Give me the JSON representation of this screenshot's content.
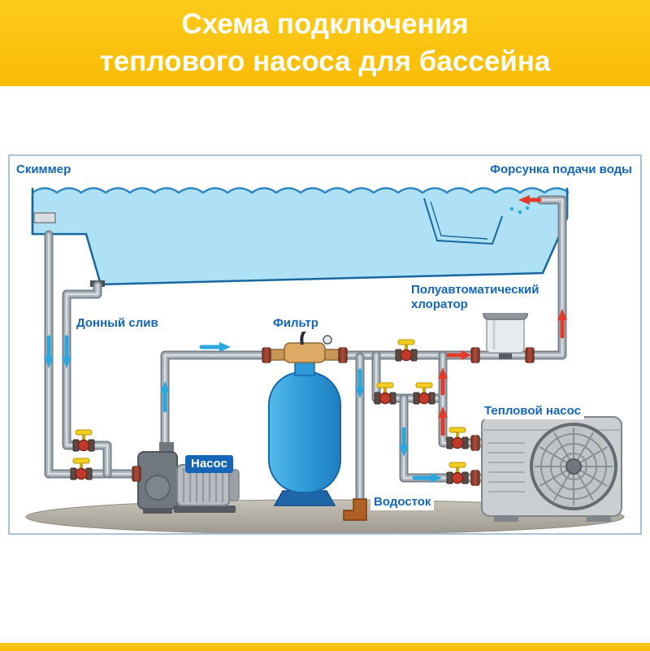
{
  "title": {
    "line1": "Схема подключения",
    "line2": "теплового насоса для бассейна"
  },
  "labels": {
    "skimmer": "Скиммер",
    "nozzle": "Форсунка подачи воды",
    "bottom_drain": "Донный слив",
    "filter": "Фильтр",
    "chlorinator_line1": "Полуавтоматический",
    "chlorinator_line2": "хлоратор",
    "pump": "Насос",
    "drain": "Водосток",
    "heat_pump": "Тепловой насос"
  },
  "colors": {
    "banner_yellow": "#F8BC05",
    "title_text": "#FFFFFF",
    "label_blue": "#1566B8",
    "pool_water": "#AEE1F6",
    "pool_outline": "#18689F",
    "pipe_gray": "#AEB6BD",
    "arrow_cold_blue": "#2BA7E0",
    "arrow_hot_red": "#E23B2C",
    "valve_handle_yellow": "#F4CE1F",
    "valve_body_red": "#C23B2A",
    "filter_tank_blue": "#2F9AD8",
    "ground_gray": "#B3AEA2",
    "heat_pump_gray": "#CBCFD2"
  }
}
